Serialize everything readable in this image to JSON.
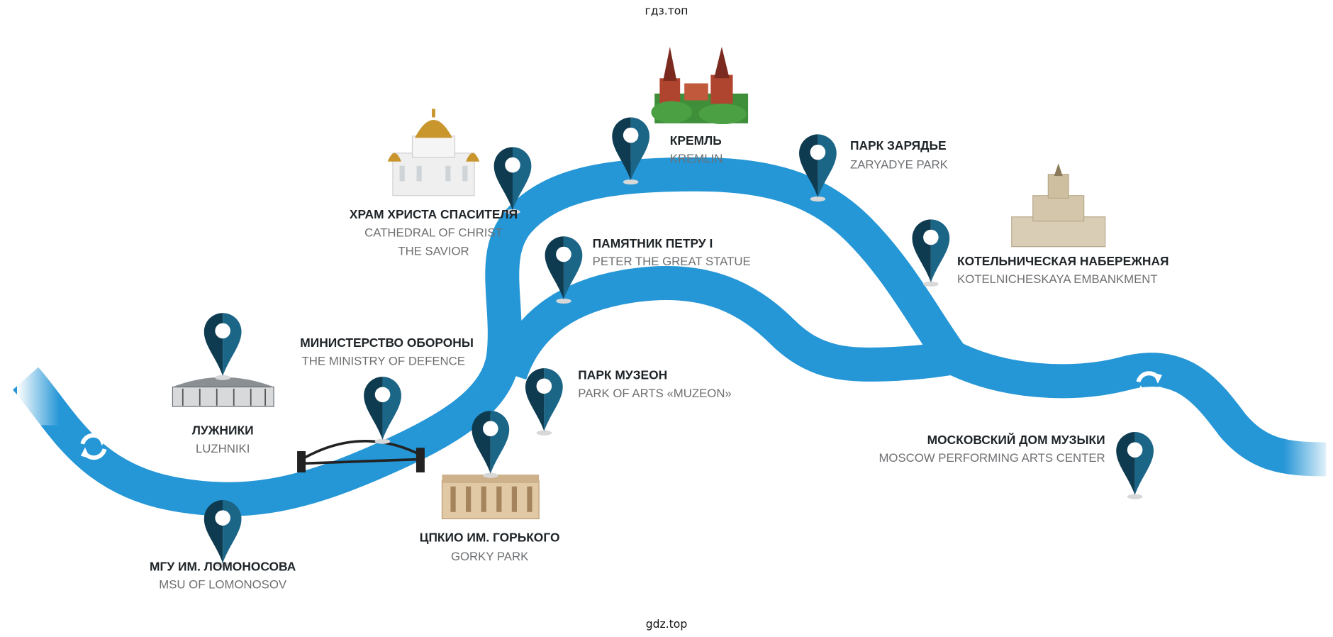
{
  "watermark_top": "гдз.топ",
  "watermark_bottom": "gdz.top",
  "colors": {
    "river": "#2596d6",
    "pin_dark": "#0f3b50",
    "pin_light": "#1b6587",
    "label_ru": "#1e2428",
    "label_en": "#6d6f72"
  },
  "landmarks": [
    {
      "id": "cathedral",
      "ru": "ХРАМ  ХРИСТА СПАСИТЕЛЯ",
      "en": [
        "CATHEDRAL OF CHRIST",
        "THE SAVIOR"
      ]
    },
    {
      "id": "kremlin",
      "ru": "КРЕМЛЬ",
      "en": [
        "KREMLIN"
      ]
    },
    {
      "id": "zaryadye",
      "ru": "ПАРК ЗАРЯДЬЕ",
      "en": [
        "ZARYADYE PARK"
      ]
    },
    {
      "id": "peter",
      "ru": "ПАМЯТНИК ПЕТРУ I",
      "en": [
        "PETER THE GREAT STATUE"
      ]
    },
    {
      "id": "kotelnicheskaya",
      "ru": "КОТЕЛЬНИЧЕСКАЯ НАБЕРЕЖНАЯ",
      "en": [
        "KOTELNICHESKAYA EMBANKMENT"
      ]
    },
    {
      "id": "ministry",
      "ru": "МИНИСТЕРСТВО ОБОРОНЫ",
      "en": [
        "THE MINISTRY OF DEFENCE"
      ]
    },
    {
      "id": "muzeon",
      "ru": "ПАРК МУЗЕОН",
      "en": [
        "PARK OF ARTS «MUZEON»"
      ]
    },
    {
      "id": "luzhniki",
      "ru": "ЛУЖНИКИ",
      "en": [
        "LUZHNIKI"
      ]
    },
    {
      "id": "music",
      "ru": "МОСКОВСКИЙ ДОМ МУЗЫКИ",
      "en": [
        "MOSCOW PERFORMING ARTS CENTER"
      ]
    },
    {
      "id": "gorky",
      "ru": "ЦПКИО ИМ. ГОРЬКОГО",
      "en": [
        "GORKY PARK"
      ]
    },
    {
      "id": "msu",
      "ru": "МГУ ИМ. ЛОМОНОСОВА",
      "en": [
        "MSU OF LOMONOSOV"
      ]
    }
  ]
}
